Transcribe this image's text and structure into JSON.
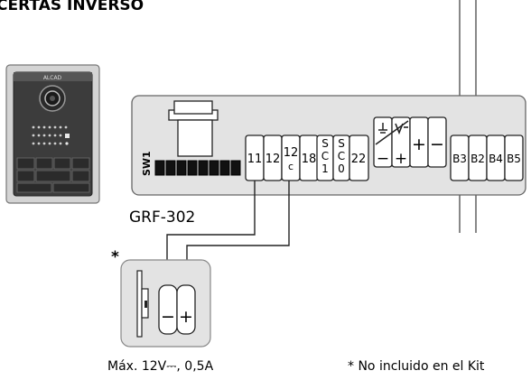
{
  "header_partial": "CERTAS INVERSO",
  "panel": {
    "brand": "ALCAD"
  },
  "module": {
    "name": "GRF-302",
    "switch_label": "SW1",
    "terminals_main": [
      {
        "top": "11",
        "bottom": ""
      },
      {
        "top": "12",
        "bottom": ""
      },
      {
        "top": "12",
        "bottom": "c"
      },
      {
        "top": "18",
        "bottom": ""
      }
    ],
    "terminals_sc": [
      {
        "lines": [
          "S",
          "C",
          "1"
        ]
      },
      {
        "lines": [
          "S",
          "C",
          "0"
        ]
      }
    ],
    "terminal_22": "22",
    "power": {
      "plus": "+",
      "minus": "−"
    },
    "terminals_b": [
      "B3",
      "B2",
      "B4",
      "B5"
    ]
  },
  "lock": {
    "asterisk": "*",
    "minus": "−",
    "plus": "+",
    "spec": "Máx. 12V⎓, 0,5A"
  },
  "footnote": "* No incluido en el Kit"
}
